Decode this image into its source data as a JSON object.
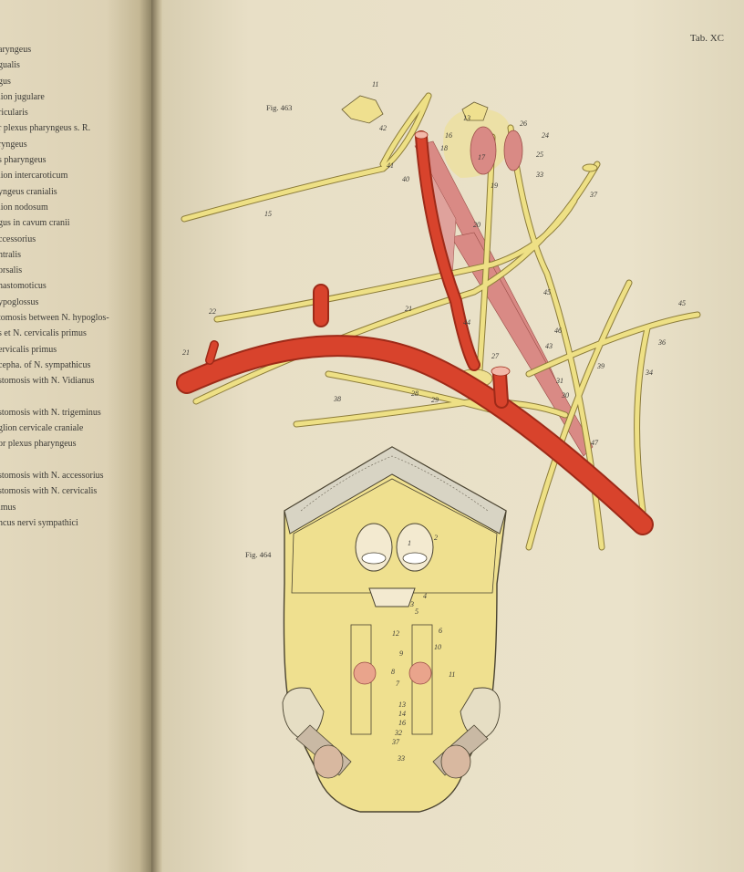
{
  "left_page": {
    "legend": [
      "aryngeus",
      "gualis",
      "gus",
      "lion jugulare",
      "ricularis",
      "r  plexus  pharyngeus  s.  R.",
      "ryngeus",
      "s pharyngeus",
      "lion intercaroticum",
      "yngeus cranialis",
      "lion nodosum",
      "gus in cavum cranii",
      "ccessorius",
      "ntralis",
      "orsalis",
      "nastomoticus",
      "ypoglossus",
      "tomosis between N. hypoglos-",
      "s et N. cervicalis primus",
      "ervicalis primus",
      "cepha. of N. sympathicus",
      "stomosis with N. Vidianus",
      "",
      "stomosis with N. trigeminus",
      "glion cervicale craniale",
      "or plexus pharyngeus",
      "",
      "stomosis with N. accessorius",
      "stomosis  with  N.  cervicalis",
      "imus",
      "ncus nervi sympathici"
    ]
  },
  "right_page": {
    "plate": "Tab. XC",
    "fig463": {
      "label": "Fig. 463",
      "numbers": [
        "11",
        "42",
        "13",
        "26",
        "24",
        "16",
        "18",
        "17",
        "25",
        "33",
        "41",
        "40",
        "19",
        "37",
        "15",
        "20",
        "45",
        "45",
        "22",
        "21",
        "44",
        "46",
        "36",
        "27",
        "43",
        "39",
        "34",
        "31",
        "28",
        "29",
        "30",
        "38",
        "47"
      ]
    },
    "fig464": {
      "label": "Fig. 464",
      "numbers": [
        "1",
        "2",
        "4",
        "3",
        "5",
        "12",
        "6",
        "9",
        "10",
        "8",
        "7",
        "11",
        "13",
        "14",
        "16",
        "32",
        "37",
        "33"
      ]
    }
  },
  "colors": {
    "artery": "#d8432c",
    "nerve": "#e9dd82",
    "muscle": "#d98a85",
    "skull_fill": "#efe08f",
    "paper": "#eae2ca"
  }
}
